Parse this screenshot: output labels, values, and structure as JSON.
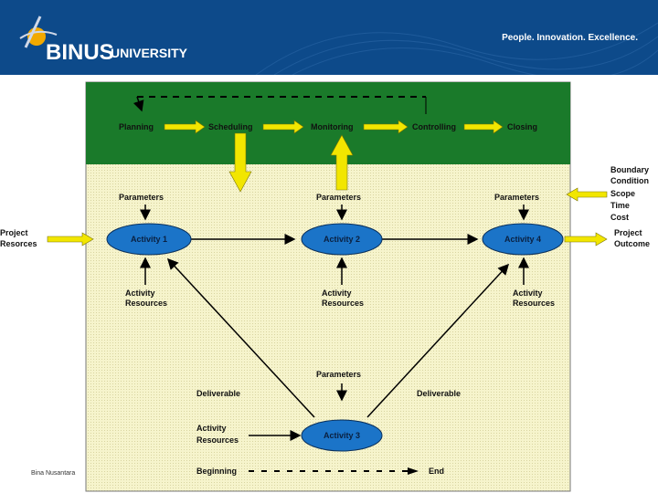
{
  "header": {
    "brand": "BINUS",
    "brand_sub": "UNIVERSITY",
    "tagline": "People. Innovation. Excellence."
  },
  "footnote": "Bina Nusantara",
  "colors": {
    "header_bg": "#0d4a8a",
    "green_band": "#1a7a2a",
    "panel_bg": "#f3f1c4",
    "activity_fill": "#1b74c8",
    "arrow_yellow": "#f2e600"
  },
  "diagram": {
    "phases": [
      "Planning",
      "Scheduling",
      "Monitoring",
      "Controlling",
      "Closing"
    ],
    "parameters_label": "Parameters",
    "activity_resources": [
      "Activity",
      "Resources"
    ],
    "activities": [
      "Activity 1",
      "Activity 2",
      "Activity 4",
      "Activity 3"
    ],
    "project_resources": [
      "Project",
      "Resorces"
    ],
    "project_outcome": [
      "Project",
      "Outcome"
    ],
    "boundary": [
      "Boundary",
      "Condition",
      "Scope",
      "Time",
      "Cost"
    ],
    "deliverable": "Deliverable",
    "beginning": "Beginning",
    "end": "End"
  }
}
